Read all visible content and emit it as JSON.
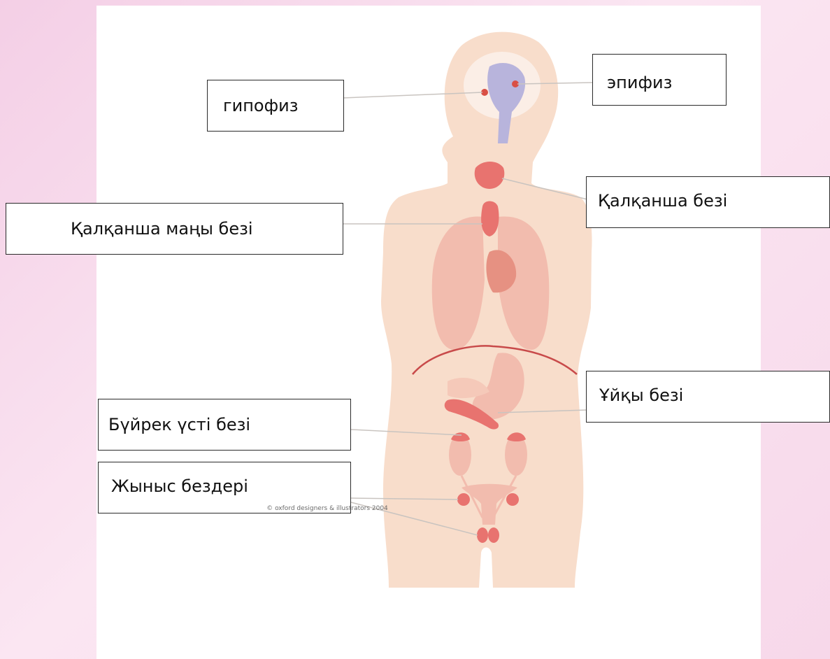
{
  "labels": {
    "epiphysis": "эпифиз",
    "hypophysis": "гипофиз",
    "thyroid": "Қалқанша безі",
    "parathyroid": "Қалқанша маңы безі",
    "pancreas": "Ұйқы безі",
    "adrenal": "Бүйрек үсті безі",
    "gonads": "Жыныс бездері"
  },
  "credit": "© oxford designers & illustrators 2004",
  "colors": {
    "skin": "#f8ddcb",
    "organ": "#f2bcae",
    "gland": "#e8736f",
    "brain": "#b8b4dc",
    "background": "#f6d6ea"
  }
}
